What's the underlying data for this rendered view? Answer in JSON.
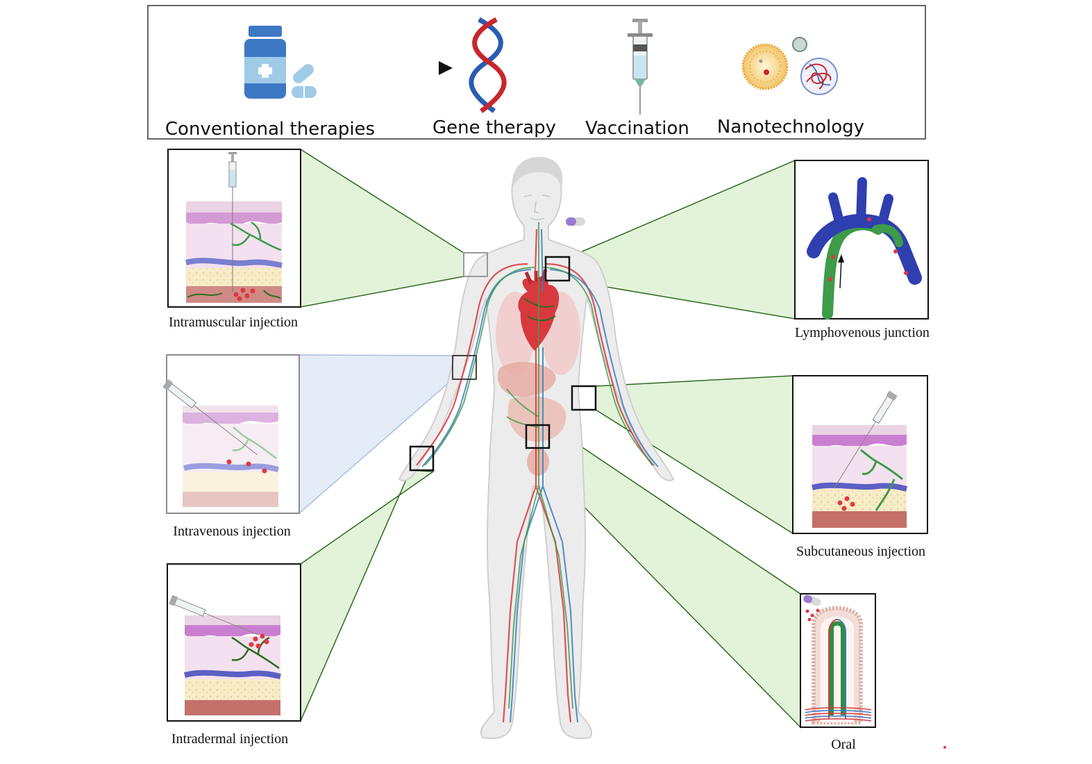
{
  "top_bar": {
    "conventional": "Conventional therapies",
    "gene": "Gene therapy",
    "vaccination": "Vaccination",
    "nanotech": "Nanotechnology"
  },
  "routes": {
    "intramuscular": "Intramuscular injection",
    "intravenous": "Intravenous injection",
    "intradermal": "Intradermal injection",
    "lymphovenous": "Lymphovenous junction",
    "subcutaneous": "Subcutaneous injection",
    "oral": "Oral"
  },
  "colors": {
    "callout_green": "#e2f3d9",
    "callout_stroke": "#2e6b1f",
    "callout_blue": "#e3ecf7",
    "artery": "#d9383f",
    "vein": "#3a7bc0",
    "lymph": "#3e9b4a",
    "vessel_purple": "#7b7fd0",
    "lymph_vein_blue": "#2f3fb0"
  }
}
